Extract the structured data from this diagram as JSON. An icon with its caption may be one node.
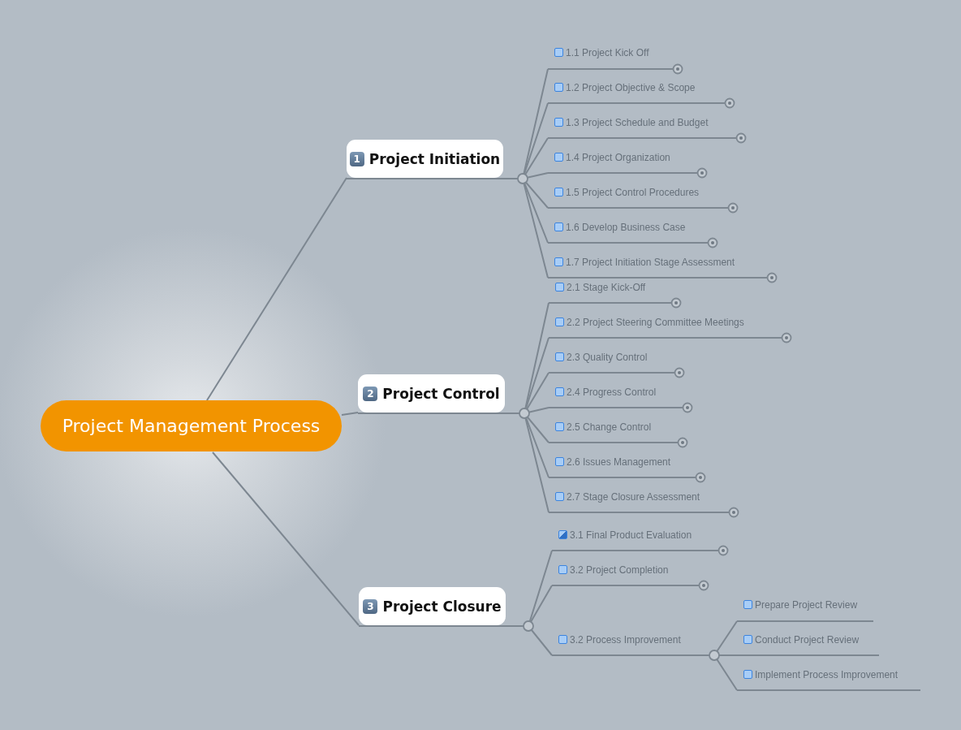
{
  "diagram": {
    "nodes": [
      {
        "text": [
          "Project Management Process"
        ]
      },
      {
        "text": [
          "1",
          "Project Initiation"
        ]
      },
      {
        "text": [
          "1.1 Project Kick Off"
        ]
      },
      {
        "text": [
          "1.2 Project Objective & Scope"
        ]
      },
      {
        "text": [
          "1.3 Project Schedule and Budget"
        ]
      },
      {
        "text": [
          "1.4 Project Organization"
        ]
      },
      {
        "text": [
          "1.5 Project Control Procedures"
        ]
      },
      {
        "text": [
          "1.6 Develop Business Case"
        ]
      },
      {
        "text": [
          "1.7 Project Initiation Stage Assessment"
        ]
      },
      {
        "text": [
          "2",
          "Project Control"
        ]
      },
      {
        "text": [
          "2.1 Stage Kick-Off"
        ]
      },
      {
        "text": [
          "2.2 Project Steering Committee Meetings"
        ]
      },
      {
        "text": [
          "2.3 Quality Control"
        ]
      },
      {
        "text": [
          "2.4 Progress Control"
        ]
      },
      {
        "text": [
          "2.5 Change Control"
        ]
      },
      {
        "text": [
          "2.6 Issues Management"
        ]
      },
      {
        "text": [
          "2.7 Stage Closure Assessment"
        ]
      },
      {
        "text": [
          "3",
          "Project Closure"
        ]
      },
      {
        "text": [
          "3.1 Final Product Evaluation"
        ]
      },
      {
        "text": [
          "3.2 Project Completion"
        ]
      },
      {
        "text": [
          "3.2 Process Improvement"
        ]
      },
      {
        "text": [
          "Prepare Project Review"
        ]
      },
      {
        "text": [
          "Conduct Project Review"
        ]
      },
      {
        "text": [
          "Implement Process Improvement"
        ]
      }
    ],
    "edges": [
      {
        "from": 0,
        "to": 1,
        "arrow": "none"
      },
      {
        "from": 0,
        "to": 9,
        "arrow": "none"
      },
      {
        "from": 0,
        "to": 17,
        "arrow": "none"
      },
      {
        "from": 1,
        "to": 2,
        "arrow": "none"
      },
      {
        "from": 1,
        "to": 3,
        "arrow": "none"
      },
      {
        "from": 1,
        "to": 4,
        "arrow": "none"
      },
      {
        "from": 1,
        "to": 5,
        "arrow": "none"
      },
      {
        "from": 1,
        "to": 6,
        "arrow": "none"
      },
      {
        "from": 1,
        "to": 7,
        "arrow": "none"
      },
      {
        "from": 1,
        "to": 8,
        "arrow": "none"
      },
      {
        "from": 9,
        "to": 10,
        "arrow": "none"
      },
      {
        "from": 9,
        "to": 11,
        "arrow": "none"
      },
      {
        "from": 9,
        "to": 12,
        "arrow": "none"
      },
      {
        "from": 9,
        "to": 13,
        "arrow": "none"
      },
      {
        "from": 9,
        "to": 14,
        "arrow": "none"
      },
      {
        "from": 9,
        "to": 15,
        "arrow": "none"
      },
      {
        "from": 9,
        "to": 16,
        "arrow": "none"
      },
      {
        "from": 17,
        "to": 18,
        "arrow": "none"
      },
      {
        "from": 17,
        "to": 19,
        "arrow": "none"
      },
      {
        "from": 17,
        "to": 20,
        "arrow": "none"
      },
      {
        "from": 20,
        "to": 21,
        "arrow": "none"
      },
      {
        "from": 20,
        "to": 22,
        "arrow": "none"
      },
      {
        "from": 20,
        "to": 23,
        "arrow": "none"
      }
    ]
  }
}
